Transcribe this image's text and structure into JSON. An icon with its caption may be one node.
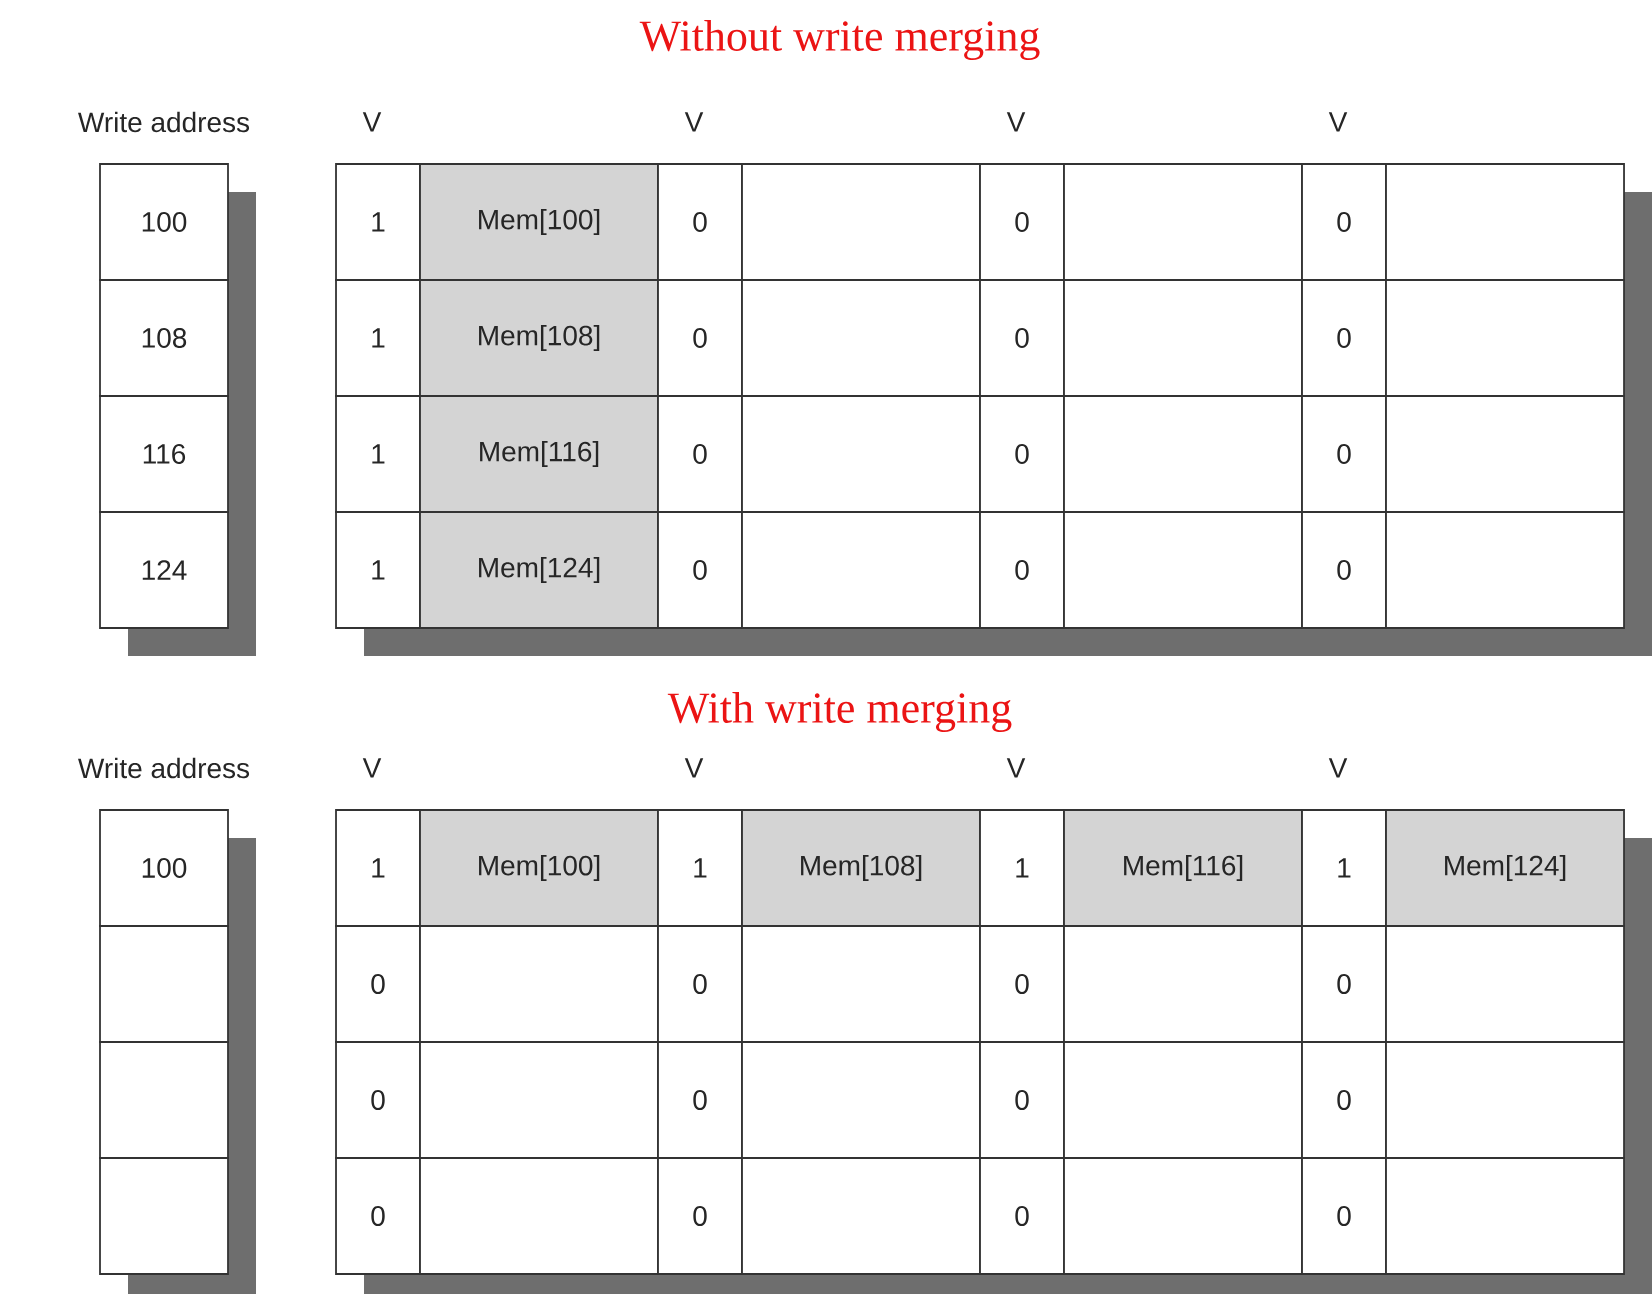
{
  "diagram": {
    "labels": [
      "Without write merging",
      "Write address",
      "V",
      "V",
      "V",
      "V",
      "100",
      "1",
      "Mem[100]",
      "0",
      "0",
      "0",
      "108",
      "1",
      "Mem[108]",
      "0",
      "0",
      "0",
      "116",
      "1",
      "Mem[116]",
      "0",
      "0",
      "0",
      "124",
      "1",
      "Mem[124]",
      "0",
      "0",
      "0",
      "With write merging",
      "Write address",
      "V",
      "V",
      "V",
      "V",
      "100",
      "1",
      "Mem[100]",
      "1",
      "Mem[108]",
      "1",
      "Mem[116]",
      "1",
      "Mem[124]",
      "0",
      "0",
      "0",
      "0",
      "0",
      "0",
      "0",
      "0",
      "0",
      "0",
      "0",
      "0"
    ]
  }
}
